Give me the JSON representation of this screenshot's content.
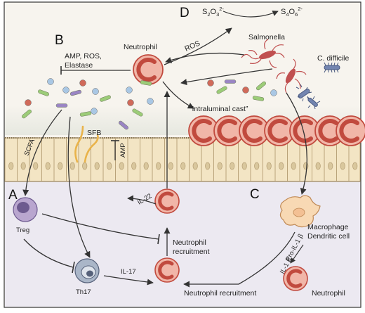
{
  "panels": {
    "a": "A",
    "b": "B",
    "c": "C",
    "d": "D"
  },
  "labels": {
    "neutrophil_top": "Neutrophil",
    "amp_ros_elastase": [
      "AMP, ROS,",
      "Elastase"
    ],
    "ros": "ROS",
    "s2o3": "S",
    "s2o3_sub1": "2",
    "s2o3_mid": "O",
    "s2o3_sub2": "3",
    "s2o3_sup": "2-",
    "s4o6": "S",
    "s4o6_sub1": "4",
    "s4o6_mid": "O",
    "s4o6_sub2": "6",
    "s4o6_sup": "2-",
    "salmonella": "Salmonella",
    "cdifficile": "C. difficile",
    "intraluminal_cast": "“Intraluminal cast”",
    "scfa": "SCFA",
    "sfb": "SFB",
    "amp": "AMP",
    "il22": "IL-22",
    "treg": "Treg",
    "neutrophil_recruitment_mid": [
      "Neutrophil",
      "recruitment"
    ],
    "th17": "Th17",
    "il17": "IL-17",
    "macrophage_dc": [
      "Macrophage",
      "Dendritic cell"
    ],
    "il1b": "IL-1 β",
    "pro_il1b": "Pro-IL-1 β",
    "neutrophil_recruitment_bottom": "Neutrophil recruitment",
    "neutrophil_bottom": "Neutrophil"
  },
  "colors": {
    "lumen_bg": "#f7f4ee",
    "lamina_bg": "#ece9f1",
    "epithelium": "#f3e5c4",
    "neutrophil_fill": "#f1b6a8",
    "neutrophil_ring": "#c14a3e",
    "treg": "#b9a6cf",
    "th17": "#aab6c8",
    "macrophage": "#f8d9b4",
    "salmonella": "#c05050",
    "cdifficile": "#4a5a80",
    "bacteria_green": "#9ccc78",
    "bacteria_purple": "#9a85c4",
    "bacteria_blue": "#a9c7e4",
    "bacteria_red": "#d06a5a",
    "sfb": "#e9b34a"
  }
}
